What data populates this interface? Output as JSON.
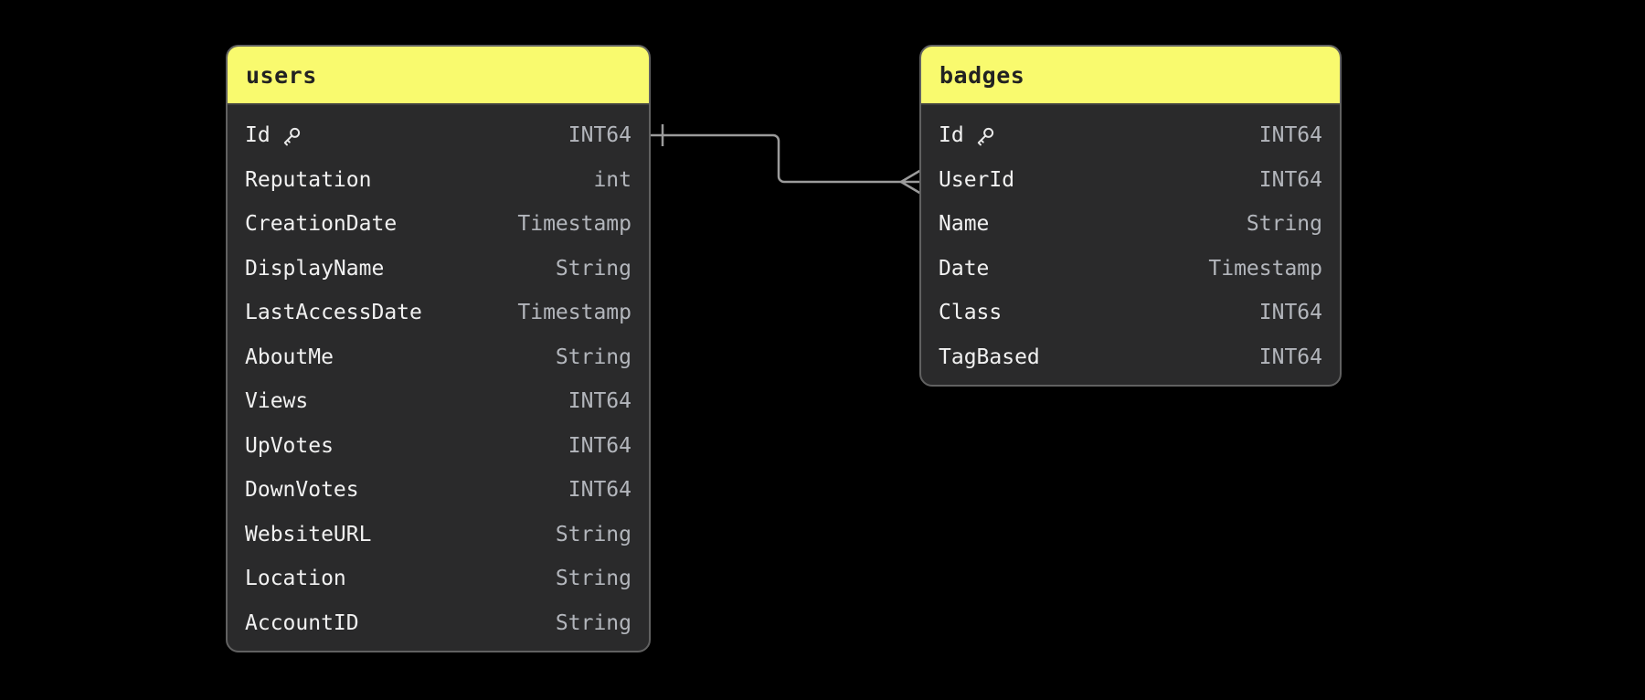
{
  "diagram": {
    "kind": "entity-relationship-diagram",
    "background_color": "#000000",
    "table_header_color": "#f9fa6e",
    "table_body_color": "#2a2a2b",
    "table_border_color": "#616161",
    "column_name_color": "#f1f1f1",
    "column_type_color": "#b3b6bc",
    "connector_color": "#9b9b9b",
    "icons": {
      "primary_key": "key-icon"
    }
  },
  "tables": [
    {
      "name": "users",
      "columns": [
        {
          "name": "Id",
          "type": "INT64",
          "primary_key": true
        },
        {
          "name": "Reputation",
          "type": "int"
        },
        {
          "name": "CreationDate",
          "type": "Timestamp"
        },
        {
          "name": "DisplayName",
          "type": "String"
        },
        {
          "name": "LastAccessDate",
          "type": "Timestamp"
        },
        {
          "name": "AboutMe",
          "type": "String"
        },
        {
          "name": "Views",
          "type": "INT64"
        },
        {
          "name": "UpVotes",
          "type": "INT64"
        },
        {
          "name": "DownVotes",
          "type": "INT64"
        },
        {
          "name": "WebsiteURL",
          "type": "String"
        },
        {
          "name": "Location",
          "type": "String"
        },
        {
          "name": "AccountID",
          "type": "String"
        }
      ]
    },
    {
      "name": "badges",
      "columns": [
        {
          "name": "Id",
          "type": "INT64",
          "primary_key": true
        },
        {
          "name": "UserId",
          "type": "INT64"
        },
        {
          "name": "Name",
          "type": "String"
        },
        {
          "name": "Date",
          "type": "Timestamp"
        },
        {
          "name": "Class",
          "type": "INT64"
        },
        {
          "name": "TagBased",
          "type": "INT64"
        }
      ]
    }
  ],
  "relationships": [
    {
      "from_table": "users",
      "from_column": "Id",
      "to_table": "badges",
      "to_column": "UserId",
      "cardinality": "one-to-many",
      "from_marker": "one",
      "to_marker": "many"
    }
  ]
}
